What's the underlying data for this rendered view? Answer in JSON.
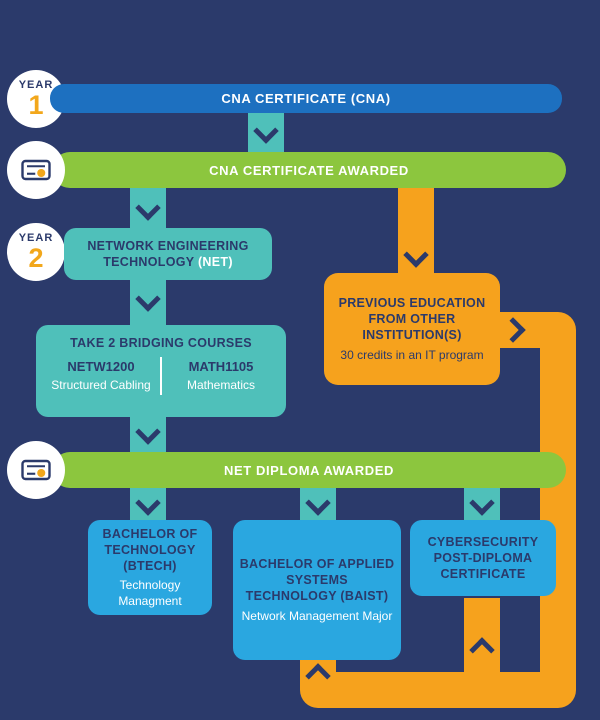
{
  "colors": {
    "background": "#2b3a6b",
    "blue_bar": "#1d70c0",
    "green_bar": "#8cc63e",
    "teal": "#4fc0ba",
    "orange": "#f6a21d",
    "light_blue": "#2aa7e0",
    "navy_text": "#2b3a6b",
    "gold_number": "#f2a71b",
    "white": "#ffffff"
  },
  "icons": {
    "certificate": "certificate-award-icon",
    "arrow": "chevron-arrow-icon"
  },
  "year1": {
    "label": "YEAR",
    "number": "1"
  },
  "year2": {
    "label": "YEAR",
    "number": "2"
  },
  "cna_bar": {
    "label": "CNA CERTIFICATE (CNA)"
  },
  "cna_awarded_bar": {
    "label": "CNA CERTIFICATE AWARDED"
  },
  "net_box": {
    "title": "NETWORK ENGINEERING TECHNOLOGY",
    "code": "(NET)"
  },
  "bridging_box": {
    "title": "TAKE 2 BRIDGING COURSES",
    "course1": {
      "code": "NETW1200",
      "name": "Structured Cabling"
    },
    "course2": {
      "code": "MATH1105",
      "name": "Mathematics"
    }
  },
  "previous_education_box": {
    "title": "PREVIOUS EDUCATION FROM OTHER INSTITUTION(S)",
    "subtitle": "30 credits in an IT program"
  },
  "net_diploma_bar": {
    "label": "NET DIPLOMA AWARDED"
  },
  "btech_box": {
    "title": "BACHELOR OF TECHNOLOGY (BTECH)",
    "subtitle": "Technology Managment"
  },
  "baist_box": {
    "title": "BACHELOR OF APPLIED SYSTEMS TECHNOLOGY (BAIST)",
    "subtitle": "Network Management Major"
  },
  "cyber_box": {
    "title": "CYBERSECURITY POST-DIPLOMA CERTIFICATE"
  }
}
